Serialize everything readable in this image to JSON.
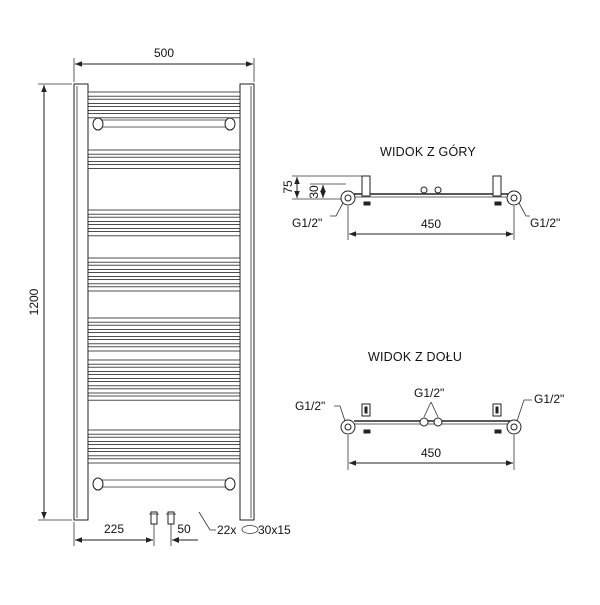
{
  "radiator_front": {
    "width_label": "500",
    "height_label": "1200",
    "bottom_left_label": "225",
    "bottom_right_label": "50",
    "bars_note": "22x",
    "bars_section_label": "30x15"
  },
  "top_view": {
    "title": "WIDOK Z GÓRY",
    "depth_outer_label": "75",
    "depth_inner_label": "30",
    "left_thread_label": "G1/2\"",
    "right_thread_label": "G1/2\"",
    "spacing_label": "450"
  },
  "bottom_view": {
    "title": "WIDOK Z DOŁU",
    "left_thread_label": "G1/2\"",
    "center_thread_label": "G1/2\"",
    "right_thread_label": "G1/2\"",
    "spacing_label": "450"
  }
}
